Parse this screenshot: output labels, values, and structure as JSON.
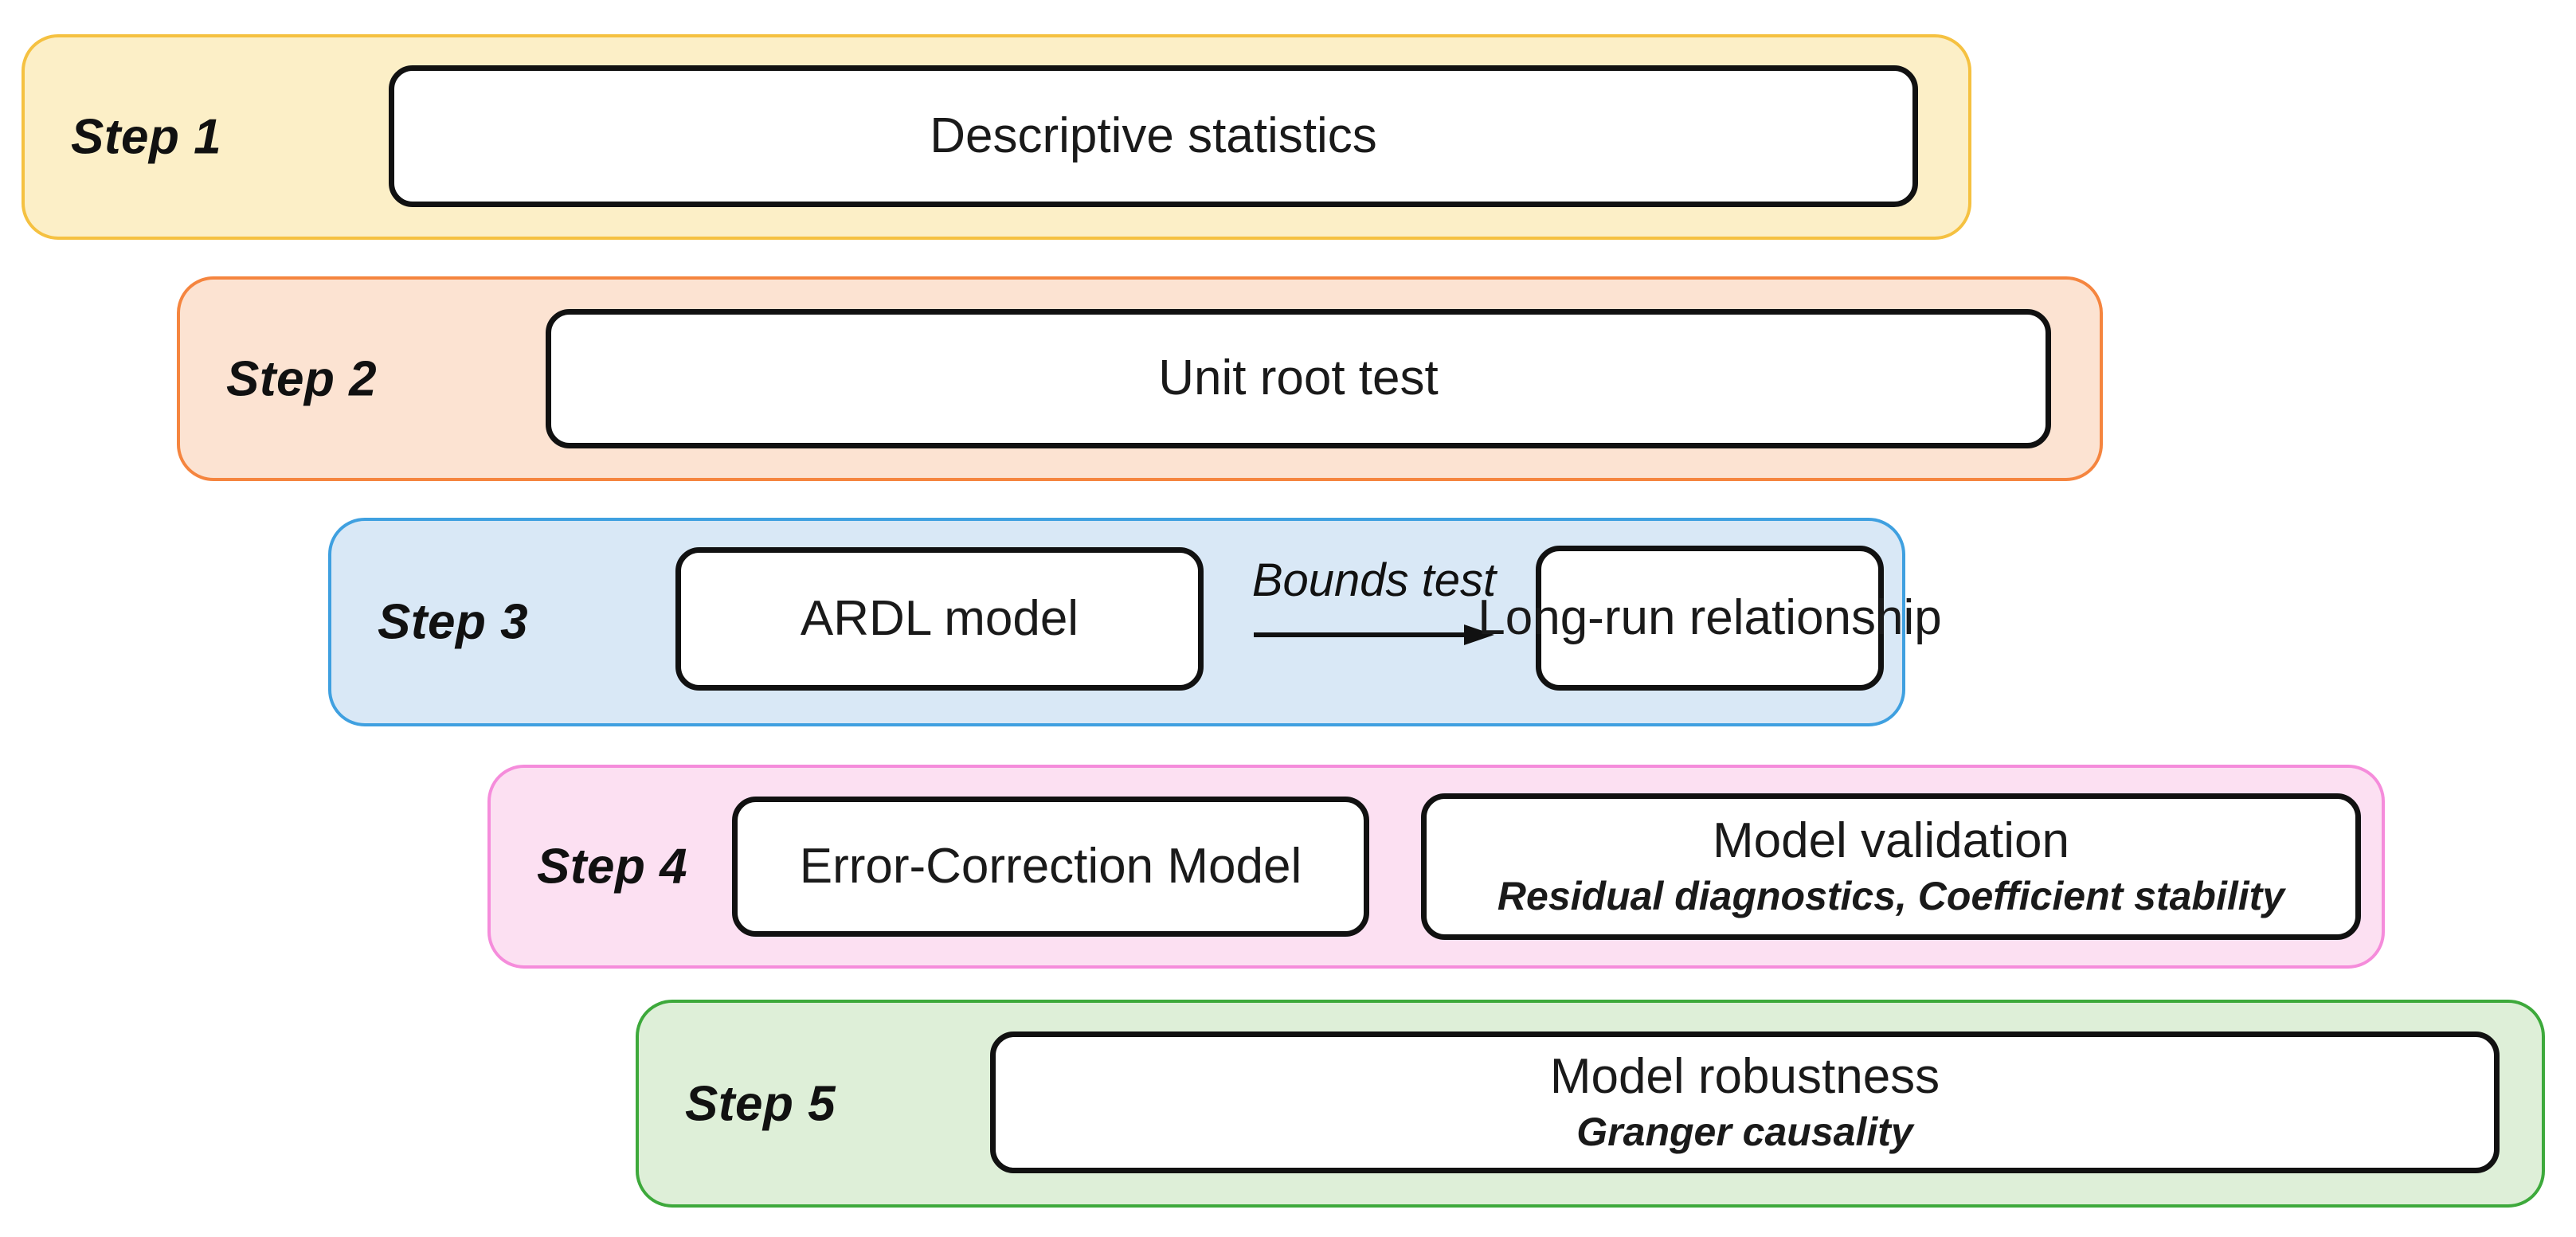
{
  "diagram": {
    "title_present": false,
    "steps": [
      {
        "step_label": "Step 1",
        "band_fill": "#FCEFC7",
        "band_border": "#F5C141",
        "boxes": [
          {
            "title": "Descriptive statistics",
            "subtitle": ""
          }
        ]
      },
      {
        "step_label": "Step 2",
        "band_fill": "#FCE3D2",
        "band_border": "#F5853F",
        "boxes": [
          {
            "title": "Unit root test",
            "subtitle": ""
          }
        ]
      },
      {
        "step_label": "Step 3",
        "band_fill": "#D9E8F6",
        "band_border": "#3FA0E0",
        "connector_label": "Bounds test",
        "connector_icon": "right-arrow-icon",
        "boxes": [
          {
            "title": "ARDL model",
            "subtitle": ""
          },
          {
            "title": "Long-run relationship",
            "subtitle": ""
          }
        ]
      },
      {
        "step_label": "Step 4",
        "band_fill": "#FCE0F2",
        "band_border": "#F58CDB",
        "boxes": [
          {
            "title": "Error-Correction Model",
            "subtitle": ""
          },
          {
            "title": "Model validation",
            "subtitle": "Residual diagnostics, Coefficient stability"
          }
        ]
      },
      {
        "step_label": "Step 5",
        "band_fill": "#DEEFD8",
        "band_border": "#3DA93B",
        "boxes": [
          {
            "title": "Model robustness",
            "subtitle": "Granger causality"
          }
        ]
      }
    ]
  }
}
